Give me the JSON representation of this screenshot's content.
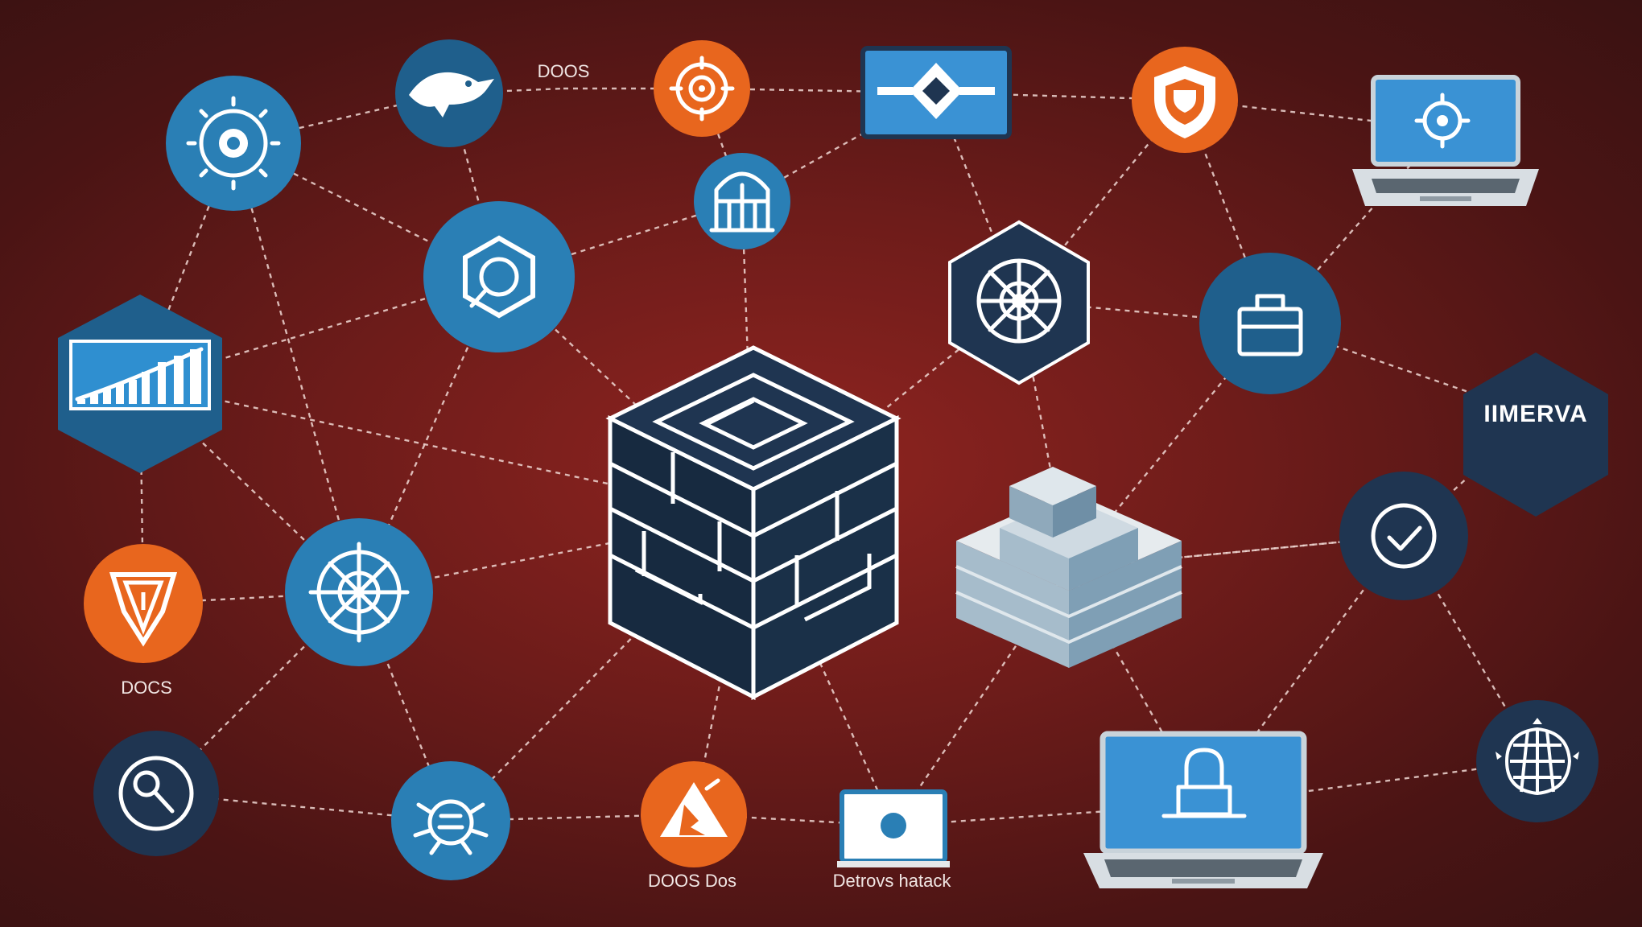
{
  "colors": {
    "background": "#6e1c1a",
    "node_blue": "#2a7fb5",
    "node_dark": "#1f3551",
    "node_orange": "#e8661e",
    "screen_blue": "#3a92d4",
    "line": "#f0d8d4"
  },
  "labels": {
    "top_doos": "DOOS",
    "left_docs": "DOCS",
    "bottom_doos": "DOOS Dos",
    "bottom_detrovs": "Detrovs hatack",
    "hex_imerva": "IIMERVA"
  },
  "nodes": [
    {
      "id": "gear-circle",
      "icon": "gear-icon"
    },
    {
      "id": "bird-circle",
      "icon": "bird-icon"
    },
    {
      "id": "target-orange",
      "icon": "target-icon"
    },
    {
      "id": "network-box",
      "icon": "network-diamond-icon"
    },
    {
      "id": "shield-orange",
      "icon": "shield-icon"
    },
    {
      "id": "laptop-top",
      "icon": "laptop-gear-icon"
    },
    {
      "id": "building-circle",
      "icon": "building-icon"
    },
    {
      "id": "search-circle",
      "icon": "search-icon"
    },
    {
      "id": "chart-hex",
      "icon": "bar-chart-icon"
    },
    {
      "id": "radar-hex",
      "icon": "radar-icon"
    },
    {
      "id": "briefcase-circle",
      "icon": "briefcase-icon"
    },
    {
      "id": "imerva-hex",
      "icon": "hexagon-badge"
    },
    {
      "id": "firewall-cube",
      "icon": "firewall-cube-icon"
    },
    {
      "id": "server-stack",
      "icon": "server-stack-icon"
    },
    {
      "id": "check-circle",
      "icon": "check-icon"
    },
    {
      "id": "warning-orange",
      "icon": "warning-shield-icon"
    },
    {
      "id": "crosshair-circle",
      "icon": "crosshair-icon"
    },
    {
      "id": "key-circle",
      "icon": "key-icon"
    },
    {
      "id": "bug-circle",
      "icon": "bug-icon"
    },
    {
      "id": "alert-orange",
      "icon": "alert-icon"
    },
    {
      "id": "monitor-small",
      "icon": "monitor-icon"
    },
    {
      "id": "laptop-lock",
      "icon": "laptop-lock-icon"
    },
    {
      "id": "mesh-circle",
      "icon": "mesh-globe-icon"
    }
  ]
}
